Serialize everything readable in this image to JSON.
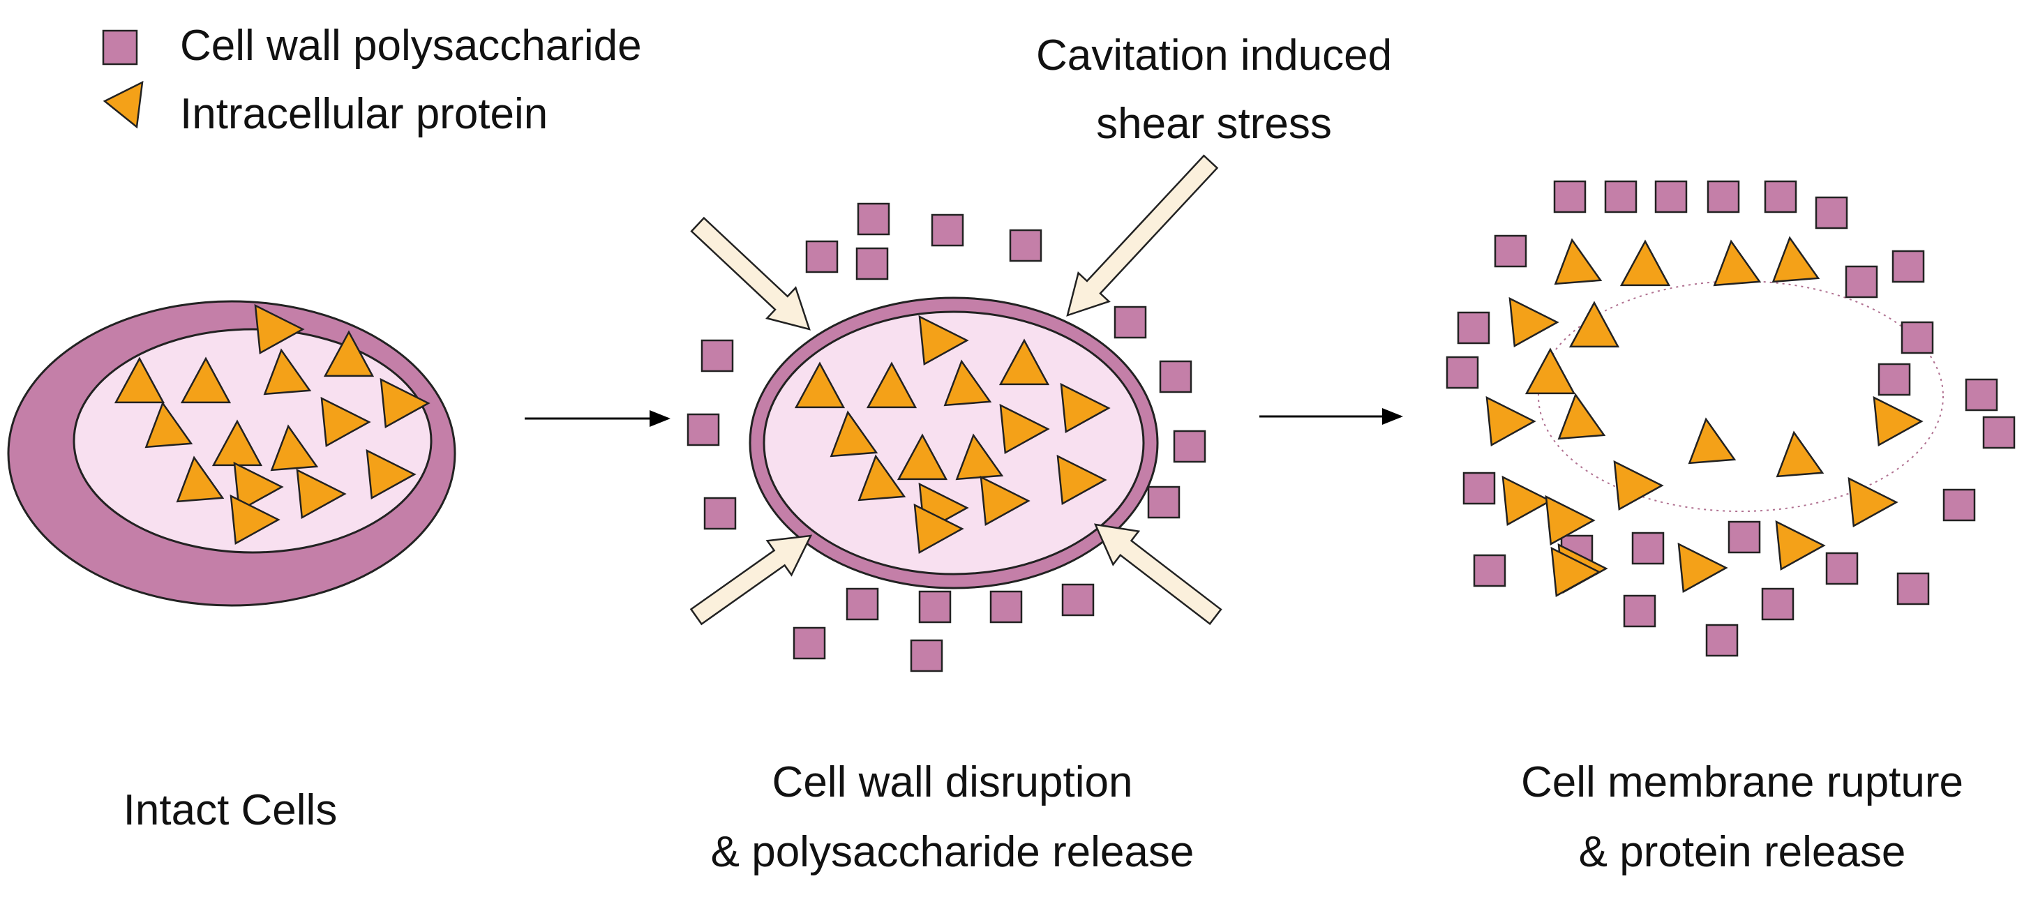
{
  "legend": {
    "polysaccharide_label": "Cell wall polysaccharide",
    "protein_label": "Intracellular protein"
  },
  "annotations": {
    "shear_line1": "Cavitation induced",
    "shear_line2": "shear stress"
  },
  "stages": [
    {
      "line1": "Intact Cells",
      "line2": ""
    },
    {
      "line1": "Cell wall disruption",
      "line2": "& polysaccharide release"
    },
    {
      "line1": "Cell membrane rupture",
      "line2": "& protein release"
    }
  ],
  "colors": {
    "cell_wall": "#c47fa8",
    "cytoplasm": "#f8e0f0",
    "polysaccharide": "#c47fa8",
    "protein": "#f4a118",
    "shear_arrow": "#fbf0dc",
    "outline": "#222222"
  },
  "icons": {
    "polysaccharide": "square-icon",
    "protein": "triangle-icon",
    "process": "arrow-right-icon"
  }
}
